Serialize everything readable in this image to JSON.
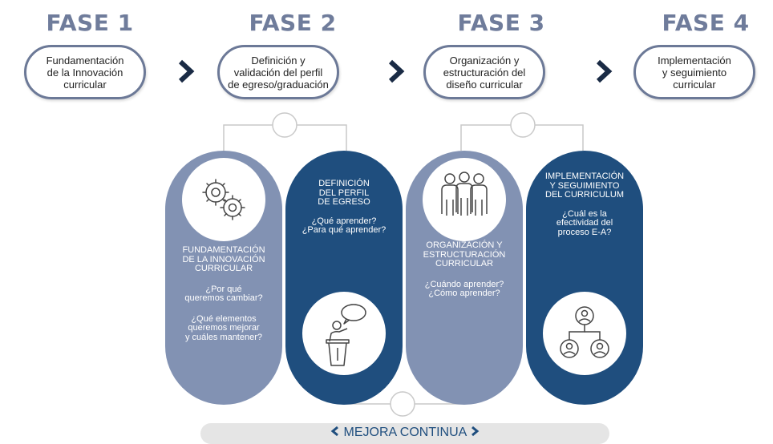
{
  "phases": [
    {
      "label": "FASE 1",
      "box": "Fundamentación de la Innovación curricular",
      "box_lines": [
        "Fundamentación",
        "de la Innovación",
        "curricular"
      ]
    },
    {
      "label": "FASE 2",
      "box": "Definición y validación del perfil de egreso/graduación",
      "box_lines": [
        "Definición y",
        "validación del perfil",
        "de egreso/graduación"
      ]
    },
    {
      "label": "FASE 3",
      "box": "Organización y estructuración del diseño curricular",
      "box_lines": [
        "Organización y",
        "estructuración del",
        "diseño curricular"
      ]
    },
    {
      "label": "FASE 4",
      "box": "Implementación y seguimiento curricular",
      "box_lines": [
        "Implementación",
        "y seguimiento",
        "curricular"
      ]
    }
  ],
  "columns": [
    {
      "title_lines": [
        "FUNDAMENTACIÓN",
        "DE LA INNOVACIÓN",
        "CURRICULAR"
      ],
      "q1_lines": [
        "¿Por qué",
        "queremos cambiar?"
      ],
      "q2_lines": [
        "¿Qué elementos",
        "queremos mejorar",
        "y cuáles mantener?"
      ],
      "icon": "gears-icon"
    },
    {
      "title_lines": [
        "DEFINICIÓN",
        "DEL PERFIL",
        "DE EGRESO"
      ],
      "q1_lines": [
        "¿Qué aprender?",
        "¿Para qué aprender?"
      ],
      "icon": "speaker-podium-icon"
    },
    {
      "title_lines": [
        "ORGANIZACIÓN Y",
        "ESTRUCTURACIÓN",
        "CURRICULAR"
      ],
      "q1_lines": [
        "¿Cuándo aprender?",
        "¿Cómo aprender?"
      ],
      "icon": "people-group-icon"
    },
    {
      "title_lines": [
        "IMPLEMENTACIÓN",
        "Y SEGUIMIENTO",
        "DEL CURRICULUM"
      ],
      "q1_lines": [
        "¿Cuál es la",
        "efectividad del",
        "proceso E-A?"
      ],
      "icon": "network-people-icon"
    }
  ],
  "footer": {
    "label": "MEJORA CONTINUA"
  },
  "colors": {
    "phase_label": "#6f7c9b",
    "box_border": "#6c7997",
    "col_light": "#8292b3",
    "col_dark": "#1f4e7e",
    "footer_bar": "#e5e5e5",
    "chevron": "#1a2b45"
  }
}
